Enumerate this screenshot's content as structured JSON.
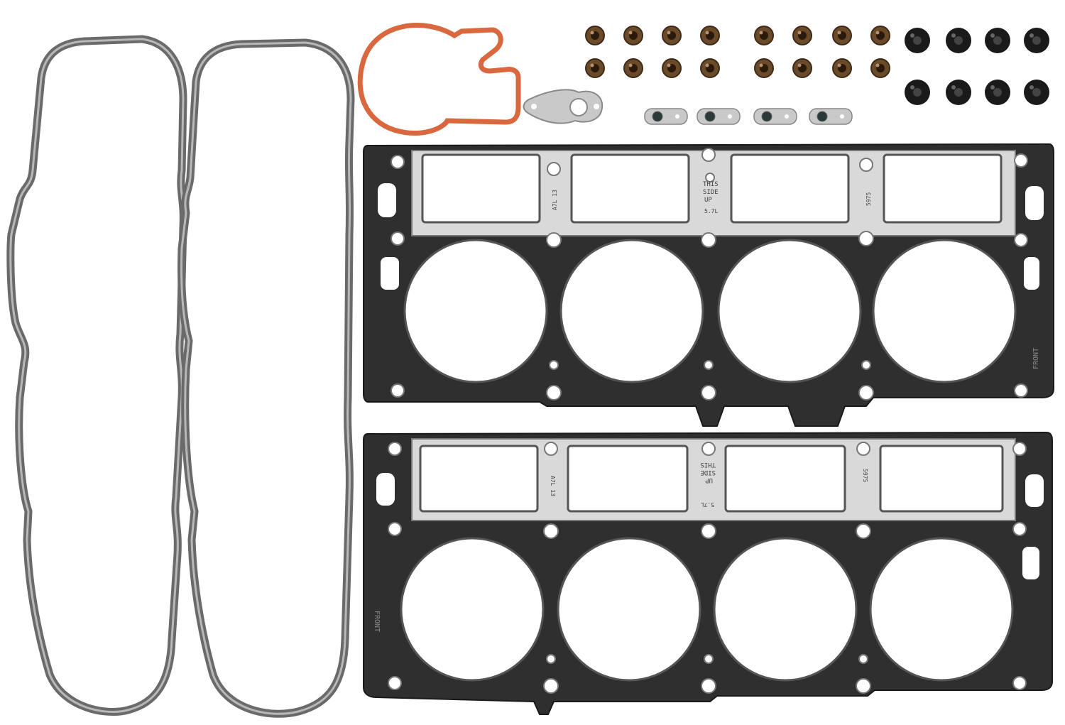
{
  "photo": {
    "background_color": "#ffffff",
    "colors": {
      "cover_seal": "#7a7a7a",
      "cover_seal_inner": "#bdbdbd",
      "orange_seal": "#d9683f",
      "stem_seal_brown": "#6b4a2a",
      "stem_seal_black": "#1a1a1a",
      "head_gasket": "#2b2b2b",
      "head_gasket_port_plate": "#d7d7d7",
      "small_plate": "#c9c9c9"
    },
    "counts": {
      "valve_cover_seals": 2,
      "head_gaskets": 2,
      "brown_valve_stem_seals": 16,
      "black_valve_stem_seals": 8,
      "small_tab_gaskets": 4
    },
    "upper_gasket_stamp": {
      "line1": "THIS",
      "line2": "SIDE",
      "line3": "UP",
      "displacement": "5.7L",
      "code_left": "A7L 13",
      "code_right": "5975",
      "front": "FRONT"
    },
    "lower_gasket_stamp": {
      "line1": "THIS",
      "line2": "SIDE",
      "line3": "UP",
      "displacement": "5.7L",
      "code_left": "A7L 13",
      "code_right": "5975",
      "front": "FRONT"
    }
  }
}
